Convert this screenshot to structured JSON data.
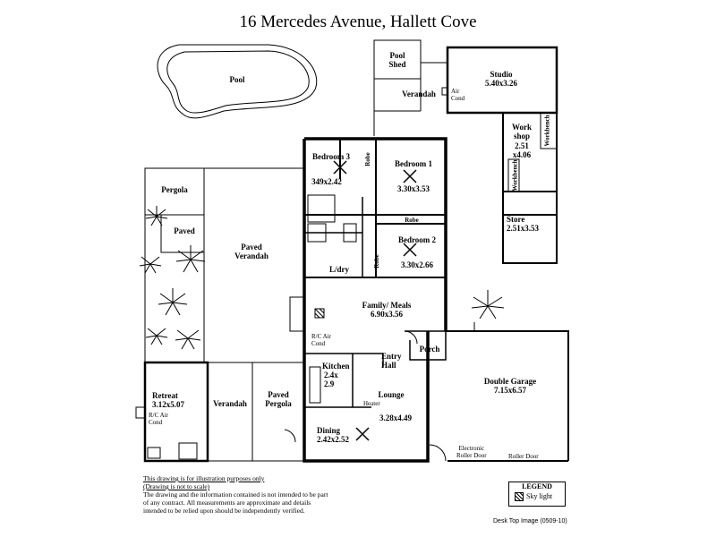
{
  "title": "16 Mercedes Avenue,  Hallett Cove",
  "rooms": {
    "pool": "Pool",
    "pool_shed": "Pool\nShed",
    "verandah_top": "Verandah",
    "air_cond_studio": "Air\nCond",
    "studio": "Studio",
    "studio_dim": "5.40x3.26",
    "workshop": "Work\nshop",
    "workshop_dim": "2.51\nx4.06",
    "workbench1": "Workbench",
    "workbench2": "Workbench",
    "store": "Store",
    "store_dim": "2.51x3.53",
    "bedroom3": "Bedroom 3",
    "bedroom3_dim": "349x2.42",
    "robe_b3": "Robe",
    "bedroom1": "Bedroom 1",
    "bedroom1_dim": "3.30x3.53",
    "robe_b1": "Robe",
    "bedroom2": "Bedroom 2",
    "bedroom2_dim": "3.30x2.66",
    "robe_b2": "Robe",
    "ldry": "L/dry",
    "pergola": "Pergola",
    "paved": "Paved",
    "paved_verandah": "Paved\nVerandah",
    "family": "Family/ Meals",
    "family_dim": "6.90x3.56",
    "rc_air_cond": "R/C Air\nCond",
    "porch": "Porch",
    "entry_hall": "Entry\nHall",
    "kitchen": "Kitchen",
    "kitchen_dim": "2.4x\n2.9",
    "lounge": "Lounge",
    "lounge_dim": "3.28x4.49",
    "heater": "Heater",
    "dining": "Dining",
    "dining_dim": "2.42x2.52",
    "retreat": "Retreat",
    "retreat_dim": "3.12x5.07",
    "rc_air_cond_retreat": "R/C Air\nCond",
    "verandah_bottom": "Verandah",
    "paved_pergola": "Paved\nPergola",
    "double_garage": "Double Garage",
    "garage_dim": "7.15x6.57",
    "electronic_roller_door": "Electronic\nRoller Door",
    "roller_door": "Roller Door"
  },
  "notes": {
    "line1": "This drawing is for illustration purposes only",
    "line2": "(Drawing is not to scale)",
    "body": "The drawing and the information contained is not intended to be part of any contract.  All measurements are approximate and details intended to be relied upon should be independently verified."
  },
  "legend": {
    "heading": "LEGEND",
    "sky_light": "Sky light"
  },
  "footer": "Desk Top Image   (0509-10)"
}
